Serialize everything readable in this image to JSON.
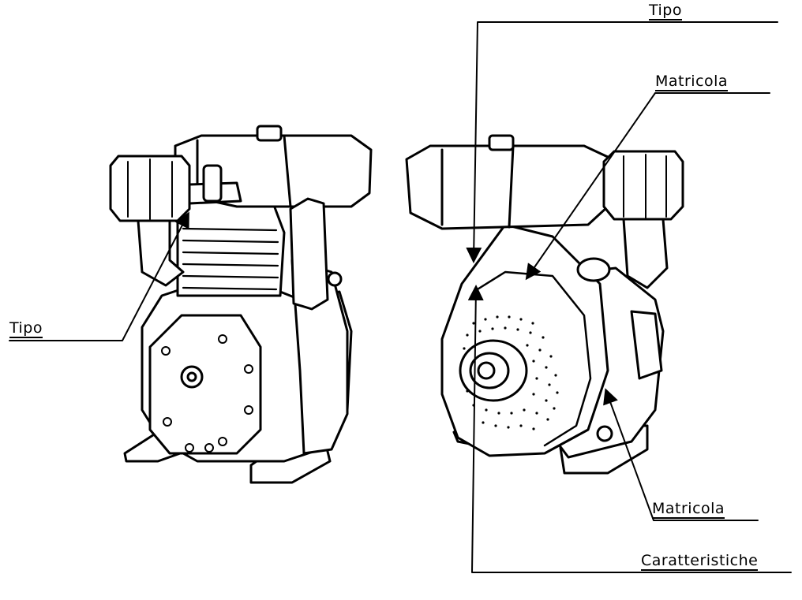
{
  "labels": {
    "tipo_left": "Tipo",
    "tipo_top": "Tipo",
    "matricola_top": "Matricola",
    "matricola_bottom": "Matricola",
    "caratteristiche": "Caratteristiche"
  },
  "colors": {
    "ink": "#000000",
    "paper": "#ffffff"
  }
}
